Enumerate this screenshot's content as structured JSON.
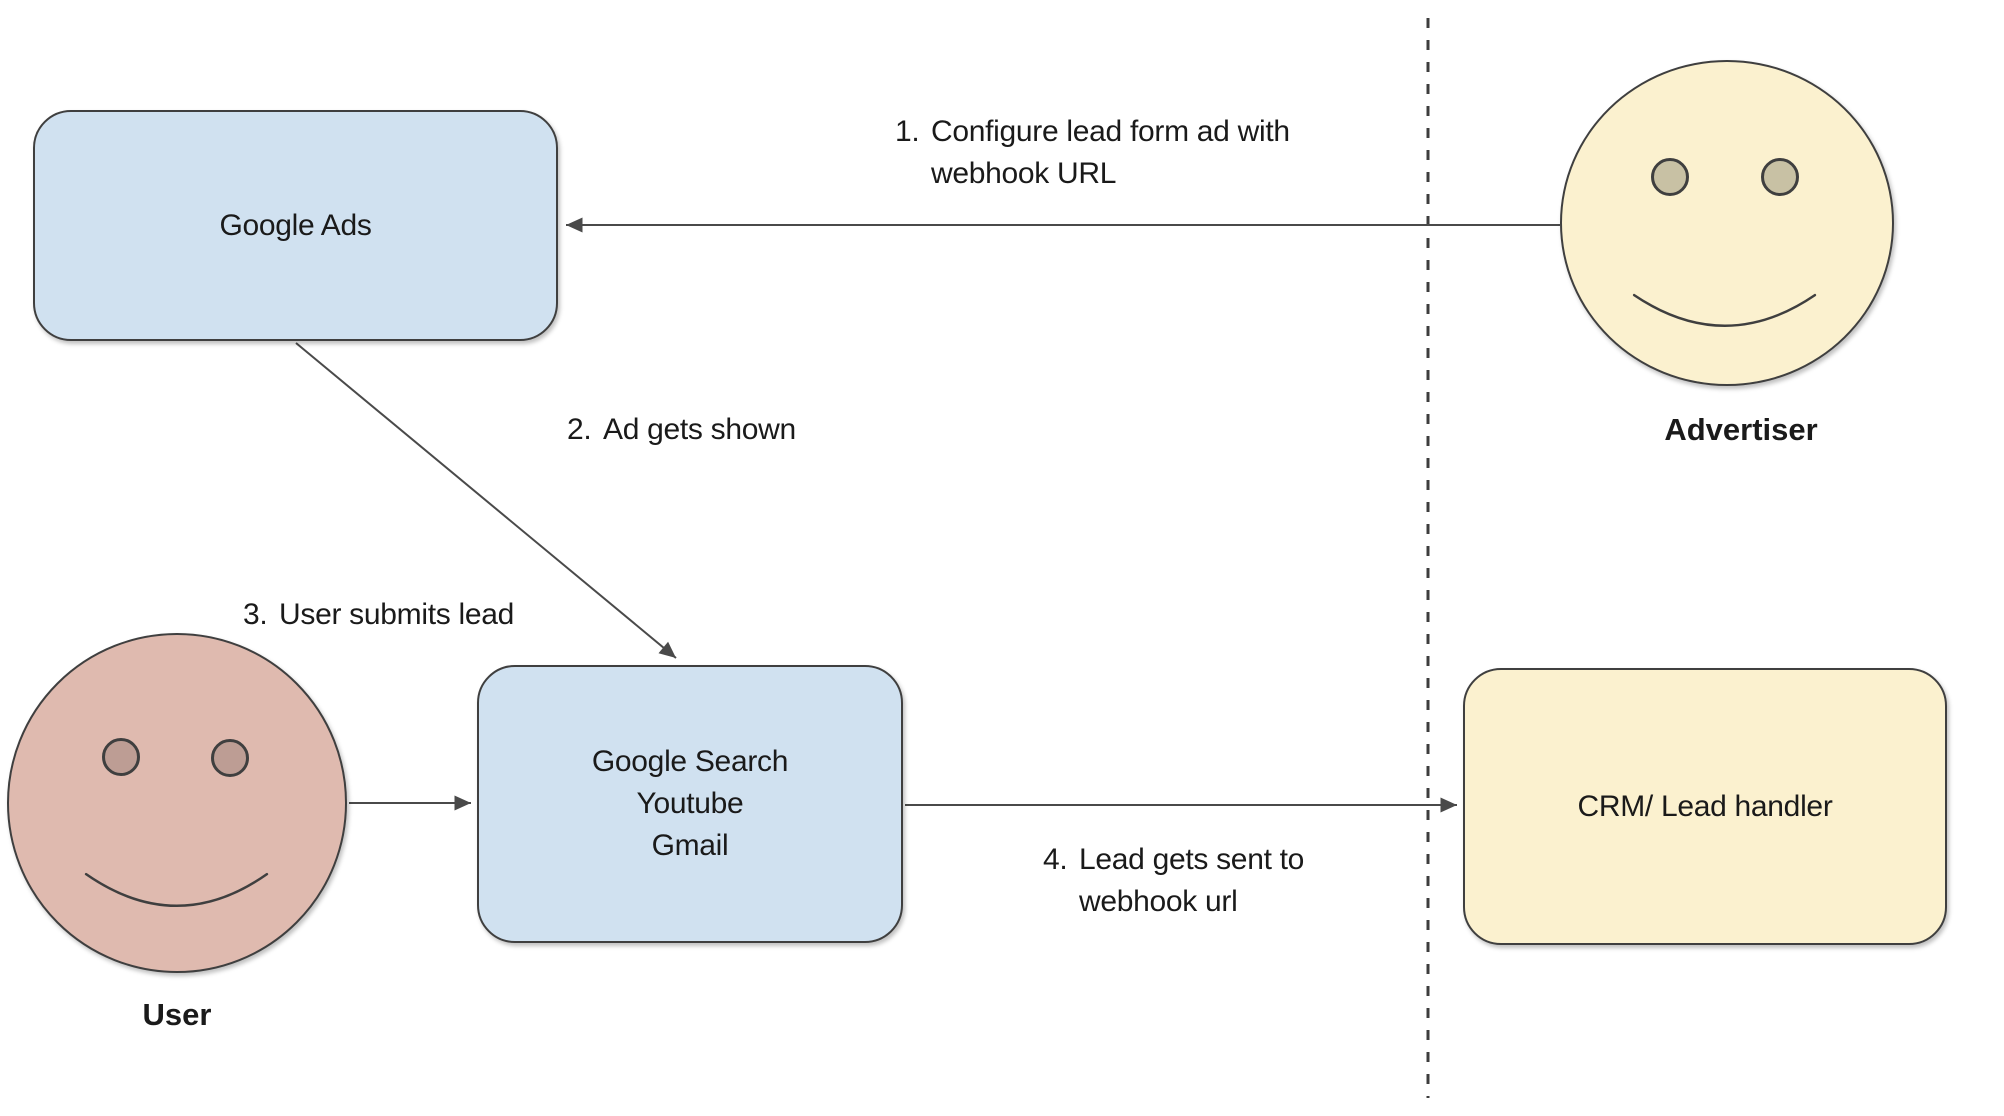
{
  "colors": {
    "node-blue": "#D0E1F0",
    "node-yellow": "#FBF1CF",
    "face-pink": "#DFBAAF",
    "eye-pink": "#BD9D94",
    "face-yellow": "#FBF1CF",
    "eye-tan": "#C8C1A4",
    "stroke": "#3F3F3F",
    "arrow": "#4A4A4A",
    "text": "#1A1A1A"
  },
  "nodes": {
    "google_ads": {
      "label": "Google Ads"
    },
    "platforms": {
      "lines": [
        "Google Search",
        "Youtube",
        "Gmail"
      ]
    },
    "crm": {
      "label": "CRM/ Lead handler"
    }
  },
  "actors": {
    "advertiser": {
      "label": "Advertiser"
    },
    "user": {
      "label": "User"
    }
  },
  "steps": [
    {
      "number": "1.",
      "lines": [
        "Configure lead form ad with",
        "webhook URL"
      ]
    },
    {
      "number": "2.",
      "lines": [
        "Ad gets shown"
      ]
    },
    {
      "number": "3.",
      "lines": [
        "User submits lead"
      ]
    },
    {
      "number": "4.",
      "lines": [
        "Lead gets sent to",
        "webhook url"
      ]
    }
  ]
}
